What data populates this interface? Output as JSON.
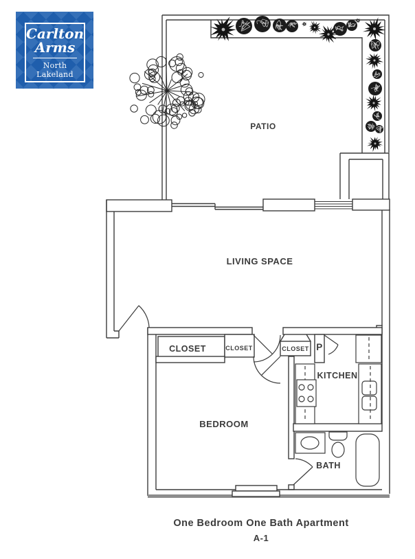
{
  "logo": {
    "name_line1": "Carlton",
    "name_line2": "Arms",
    "subtitle": "North Lakeland"
  },
  "plan": {
    "rooms": {
      "patio": "PATIO",
      "living_space": "LIVING SPACE",
      "bedroom": "BEDROOM",
      "kitchen": "KITCHEN",
      "bath": "BATH",
      "closet_large": "CLOSET",
      "closet_hall": "CLOSET",
      "closet_entry": "CLOSET",
      "pantry": "P"
    }
  },
  "caption": {
    "title": "One Bedroom One Bath Apartment",
    "unit_label": "A-1"
  },
  "colors": {
    "logo_blue": "#1f5eac",
    "logo_diamond": "#3570b8",
    "line_color": "#3b3b3b",
    "plant_black": "#141414"
  }
}
